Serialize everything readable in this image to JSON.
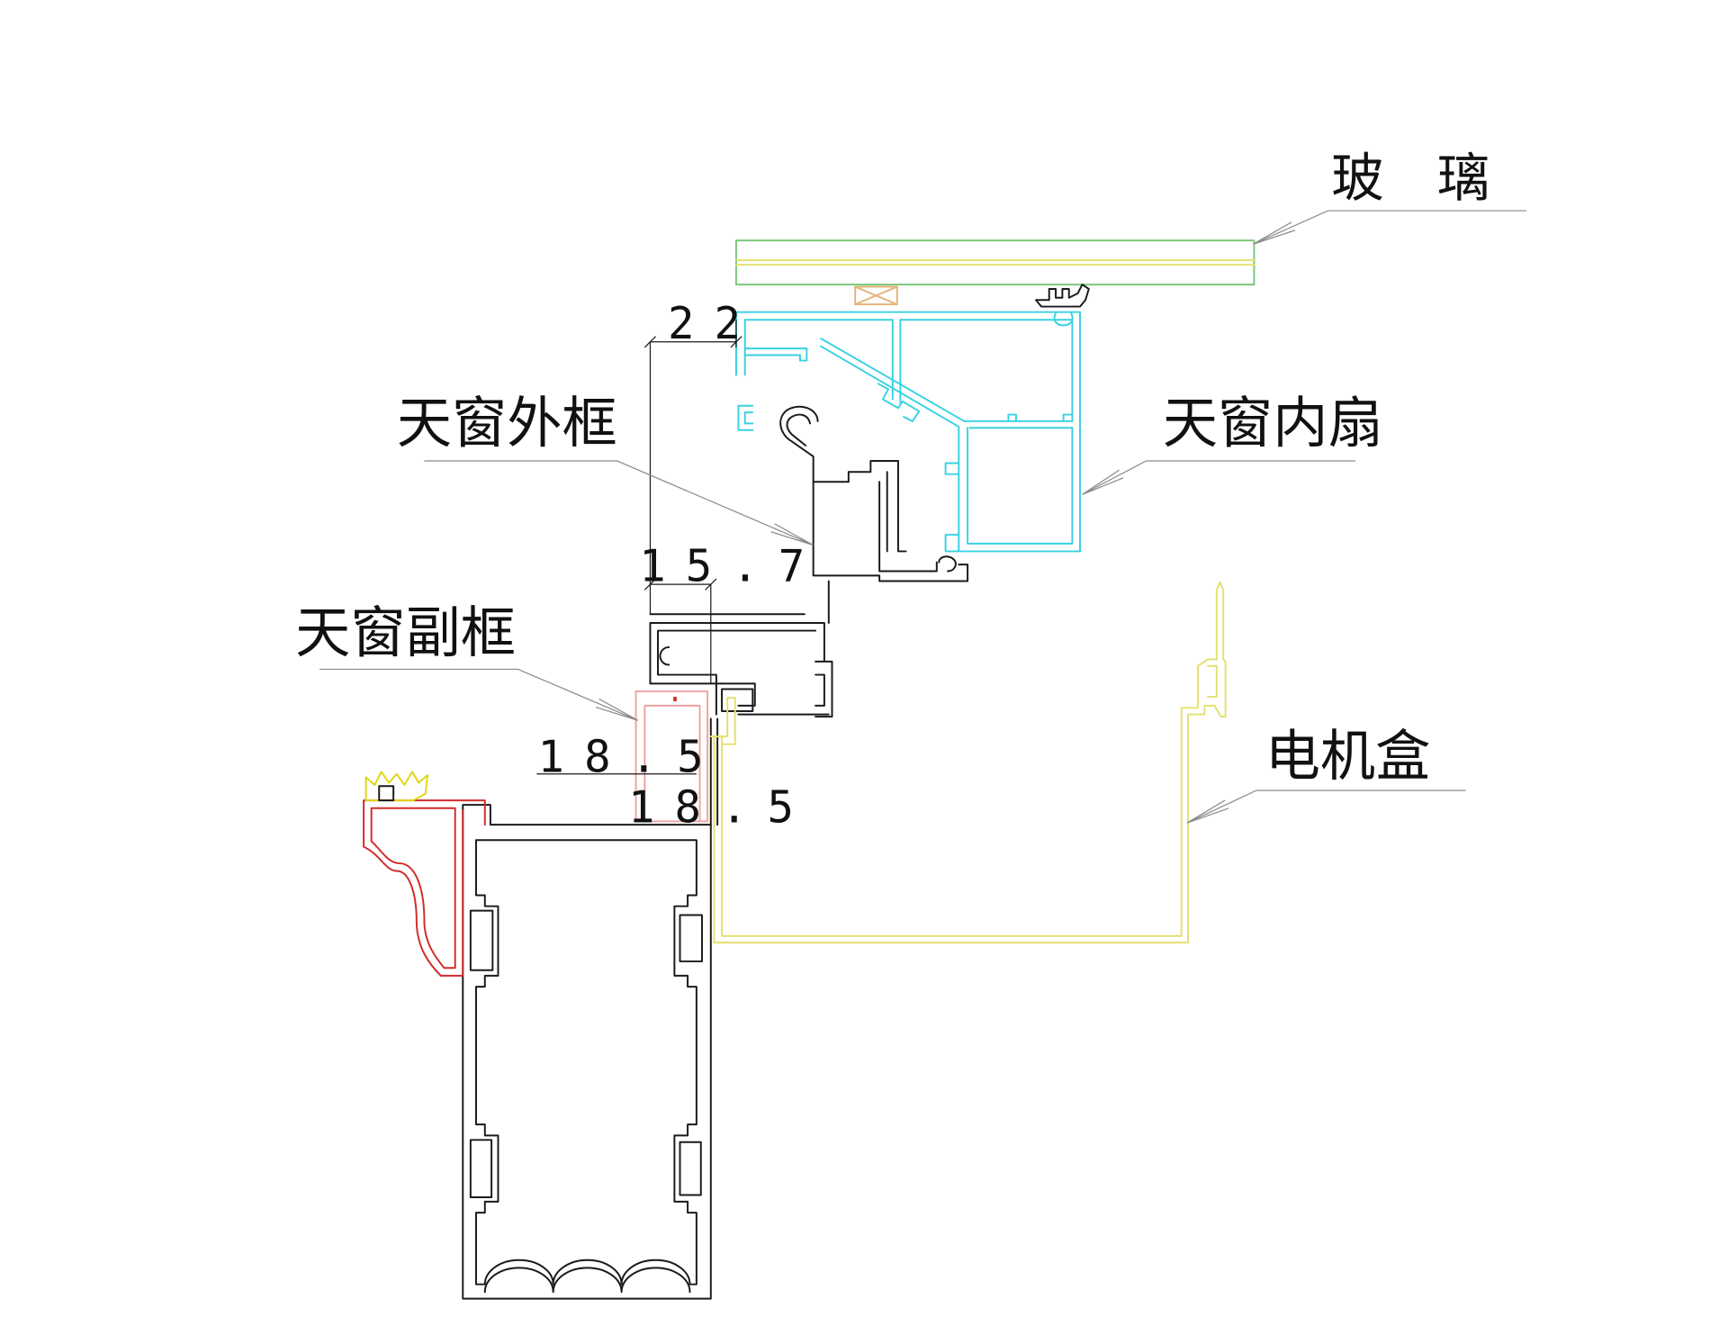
{
  "labels": {
    "glass": "玻　璃",
    "outer_frame": "天窗外框",
    "inner_sash": "天窗内扇",
    "sub_frame": "天窗副框",
    "motor_box": "电机盒"
  },
  "dimensions": {
    "sash_offset": "22",
    "frame_offset": "15.7",
    "sub_frame_width_upper": "18.5",
    "sub_frame_width_lower": "18.5"
  },
  "colors": {
    "profile": "#1a1a1a",
    "sash": "#38d2e2",
    "trim": "#d22b2b",
    "motor_box": "#e4e070",
    "gasket": "#e2d614",
    "glass_edge": "#7cc87c",
    "glass_interlayer": "#e4e070",
    "sub_frame_block": "#eea2a2",
    "setting_block": "#e2b47a",
    "leader": "#8a8a8a",
    "text": "#111111"
  }
}
